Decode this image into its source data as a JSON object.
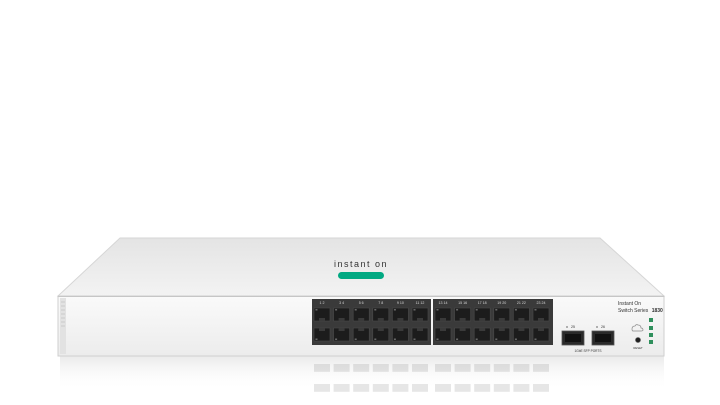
{
  "product": {
    "brand_wordmark": "instant on",
    "model_line1": "Instant On",
    "model_line2": "Switch Series",
    "model_number": "1830",
    "sfp_label": "1GbE SFP PORTS",
    "reset_label": "RESET"
  },
  "ports": {
    "rj45_count": 24,
    "sfp_count": 2,
    "top_row_labels": [
      "1",
      "3",
      "5",
      "7",
      "9",
      "11",
      "13",
      "15",
      "17",
      "19",
      "21",
      "23"
    ],
    "bottom_row_labels": [
      "2",
      "4",
      "6",
      "8",
      "10",
      "12",
      "14",
      "16",
      "18",
      "20",
      "22",
      "24"
    ],
    "sfp_labels": [
      "25",
      "26"
    ]
  },
  "colors": {
    "background": "#ffffff",
    "chassis_top": "#e9e9e9",
    "chassis_front": "#f2f2f2",
    "port_block": "#3a3a3a",
    "port_hole": "#1c1c1c",
    "brand_green": "#01a982",
    "status_led": "#2f8f5c"
  },
  "icons": [
    "cloud-icon",
    "power-icon",
    "status-led-icon"
  ]
}
